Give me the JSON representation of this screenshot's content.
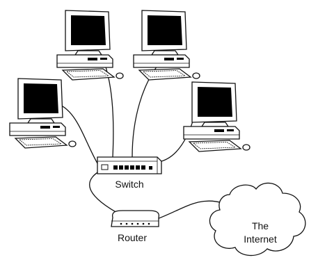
{
  "labels": {
    "switch": "Switch",
    "router": "Router",
    "internet_line1": "The",
    "internet_line2": "Internet"
  },
  "colors": {
    "line": "#111111",
    "screen": "#000000",
    "background": "#ffffff"
  },
  "icons": {
    "computers": [
      "computer-icon",
      "computer-icon",
      "computer-icon",
      "computer-icon"
    ],
    "switch": "switch-icon",
    "router": "router-icon",
    "cloud": "cloud-icon"
  }
}
